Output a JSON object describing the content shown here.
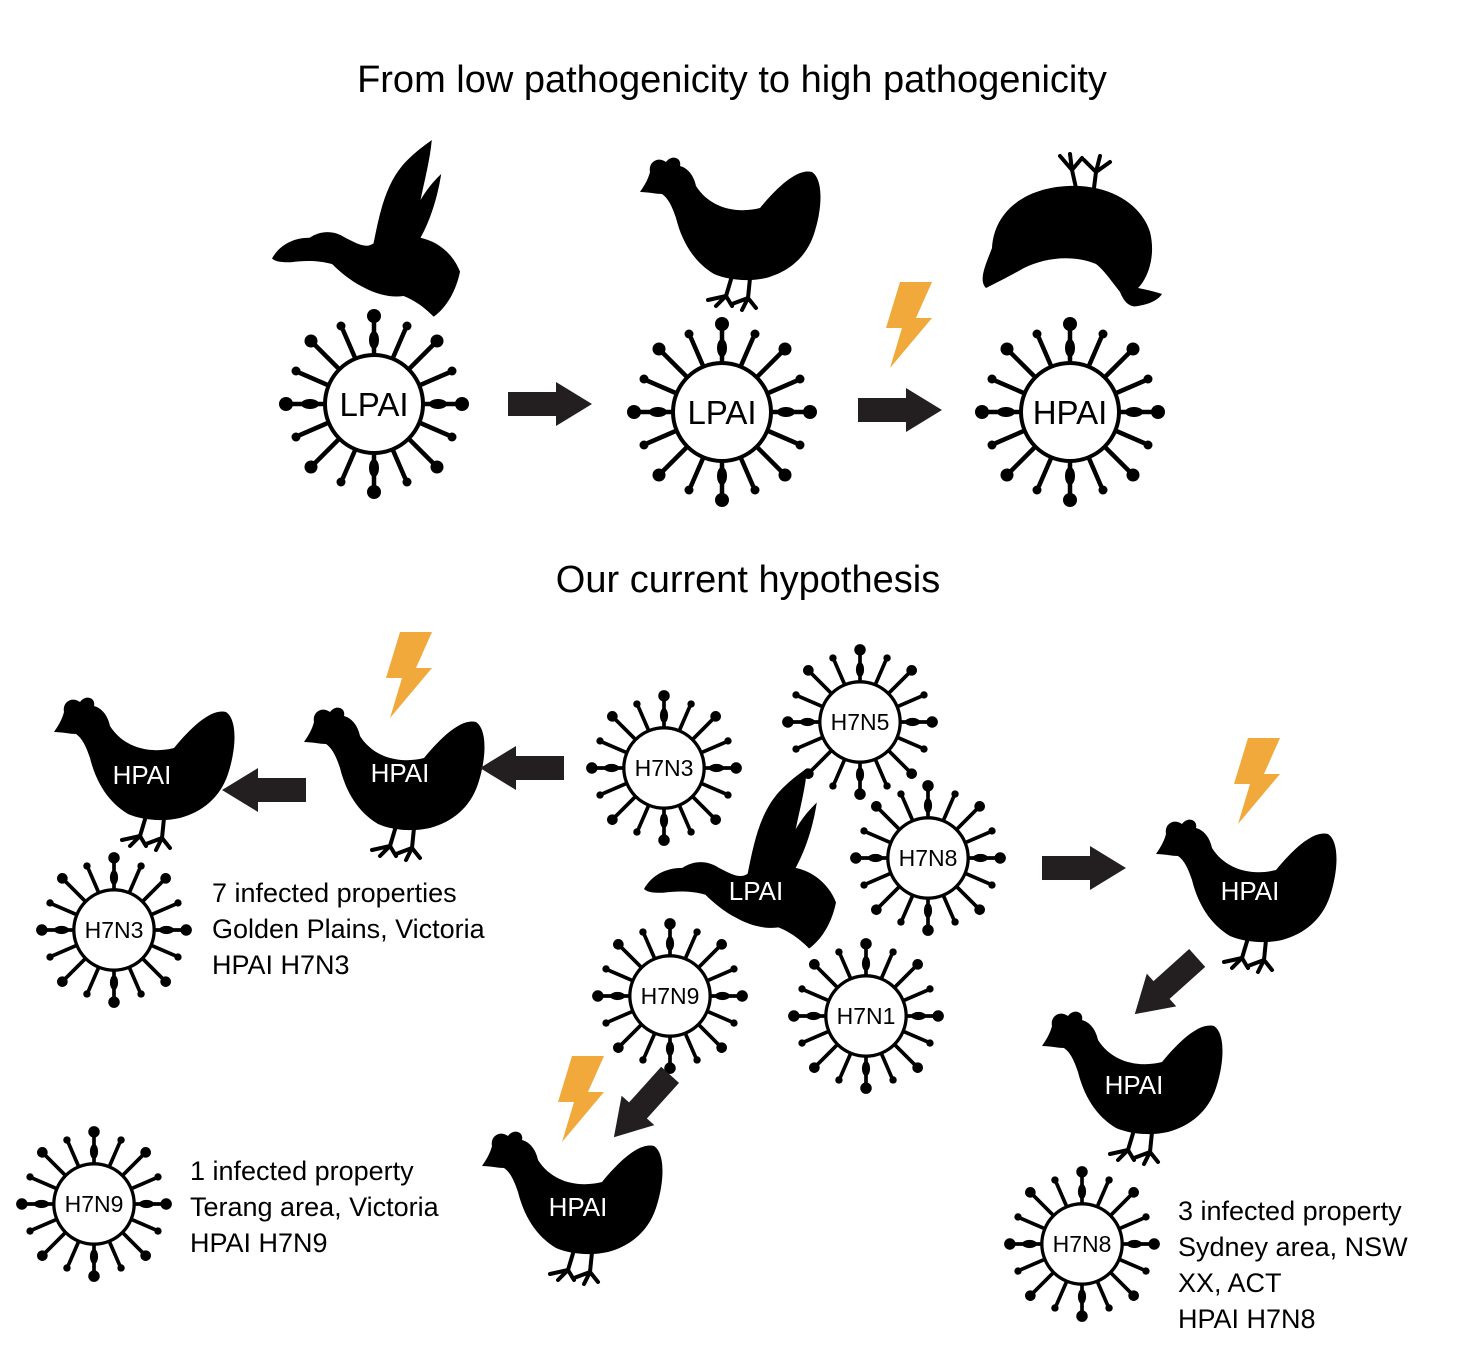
{
  "titles": {
    "top": "From low pathogenicity to high pathogenicity",
    "bottom": "Our current hypothesis"
  },
  "colors": {
    "ink": "#000000",
    "arrow": "#231f20",
    "lightning": "#f2a93b",
    "background": "#ffffff"
  },
  "top_row": {
    "virus_1": "LPAI",
    "virus_2": "LPAI",
    "virus_3": "HPAI"
  },
  "hypothesis": {
    "duck_label": "LPAI",
    "wild_viruses": [
      "H7N5",
      "H7N3",
      "H7N8",
      "H7N9",
      "H7N1"
    ],
    "chicken_label": "HPAI",
    "h7n3_virus": "H7N3",
    "h7n9_virus": "H7N9",
    "h7n8_virus": "H7N8"
  },
  "notes": {
    "h7n3": [
      "7 infected properties",
      "Golden Plains, Victoria",
      "HPAI H7N3"
    ],
    "h7n9": [
      "1 infected property",
      "Terang area, Victoria",
      "HPAI H7N9"
    ],
    "h7n8": [
      "3 infected property",
      "Sydney area, NSW",
      "XX, ACT",
      "HPAI H7N8"
    ]
  },
  "icons": [
    "duck-icon",
    "chicken-icon",
    "dead-chicken-icon",
    "lightning-icon",
    "virus-icon",
    "arrow-icon"
  ]
}
